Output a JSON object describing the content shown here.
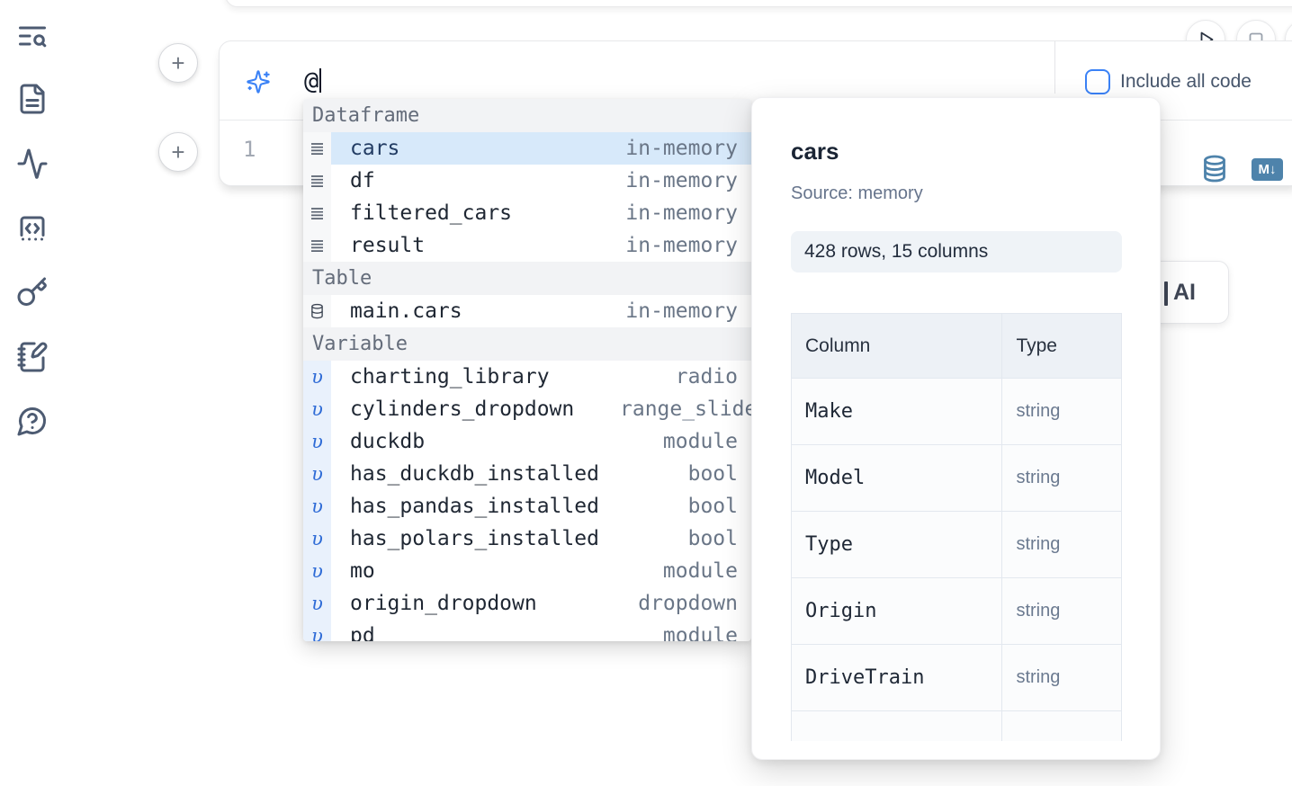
{
  "colors": {
    "accent": "#3b82f6",
    "selection": "#d7e9fa",
    "steel_blue": "#4e83ab"
  },
  "sidebar": {
    "icons": [
      "list-search-icon",
      "file-text-icon",
      "activity-icon",
      "code-snippets-icon",
      "key-icon",
      "scratchpad-icon",
      "help-chat-icon"
    ]
  },
  "run_controls": {
    "play_icon": "play-icon",
    "stop_icon": "stop-icon"
  },
  "prompt": {
    "value": "@",
    "include_all_code_label": "Include all code",
    "checkbox_checked": false,
    "sparkle_icon": "sparkles-icon"
  },
  "editor": {
    "line_number": "1",
    "database_icon": "database-icon",
    "markdown_badge": "M↓"
  },
  "autocomplete": {
    "sections": [
      {
        "label": "Dataframe",
        "items": [
          {
            "name": "cars",
            "type": "in-memory",
            "icon": "dataframe-rows-icon",
            "selected": true
          },
          {
            "name": "df",
            "type": "in-memory",
            "icon": "dataframe-rows-icon",
            "selected": false
          },
          {
            "name": "filtered_cars",
            "type": "in-memory",
            "icon": "dataframe-rows-icon",
            "selected": false
          },
          {
            "name": "result",
            "type": "in-memory",
            "icon": "dataframe-rows-icon",
            "selected": false
          }
        ]
      },
      {
        "label": "Table",
        "items": [
          {
            "name": "main.cars",
            "type": "in-memory",
            "icon": "database-icon",
            "selected": false
          }
        ]
      },
      {
        "label": "Variable",
        "items": [
          {
            "name": "charting_library",
            "type": "radio",
            "icon": "variable-icon",
            "selected": false
          },
          {
            "name": "cylinders_dropdown",
            "type": "range_slider",
            "icon": "variable-icon",
            "selected": false
          },
          {
            "name": "duckdb",
            "type": "module",
            "icon": "variable-icon",
            "selected": false
          },
          {
            "name": "has_duckdb_installed",
            "type": "bool",
            "icon": "variable-icon",
            "selected": false
          },
          {
            "name": "has_pandas_installed",
            "type": "bool",
            "icon": "variable-icon",
            "selected": false
          },
          {
            "name": "has_polars_installed",
            "type": "bool",
            "icon": "variable-icon",
            "selected": false
          },
          {
            "name": "mo",
            "type": "module",
            "icon": "variable-icon",
            "selected": false
          },
          {
            "name": "origin_dropdown",
            "type": "dropdown",
            "icon": "variable-icon",
            "selected": false
          },
          {
            "name": "pd",
            "type": "module",
            "icon": "variable-icon",
            "selected": false,
            "clipped": true
          }
        ]
      }
    ],
    "variable_symbol": "υ"
  },
  "preview": {
    "title": "cars",
    "source": "Source: memory",
    "shape": "428 rows, 15 columns",
    "table": {
      "headers": [
        "Column",
        "Type"
      ],
      "rows": [
        [
          "Make",
          "string"
        ],
        [
          "Model",
          "string"
        ],
        [
          "Type",
          "string"
        ],
        [
          "Origin",
          "string"
        ],
        [
          "DriveTrain",
          "string"
        ]
      ]
    }
  },
  "ai_button": {
    "label": "AI"
  }
}
